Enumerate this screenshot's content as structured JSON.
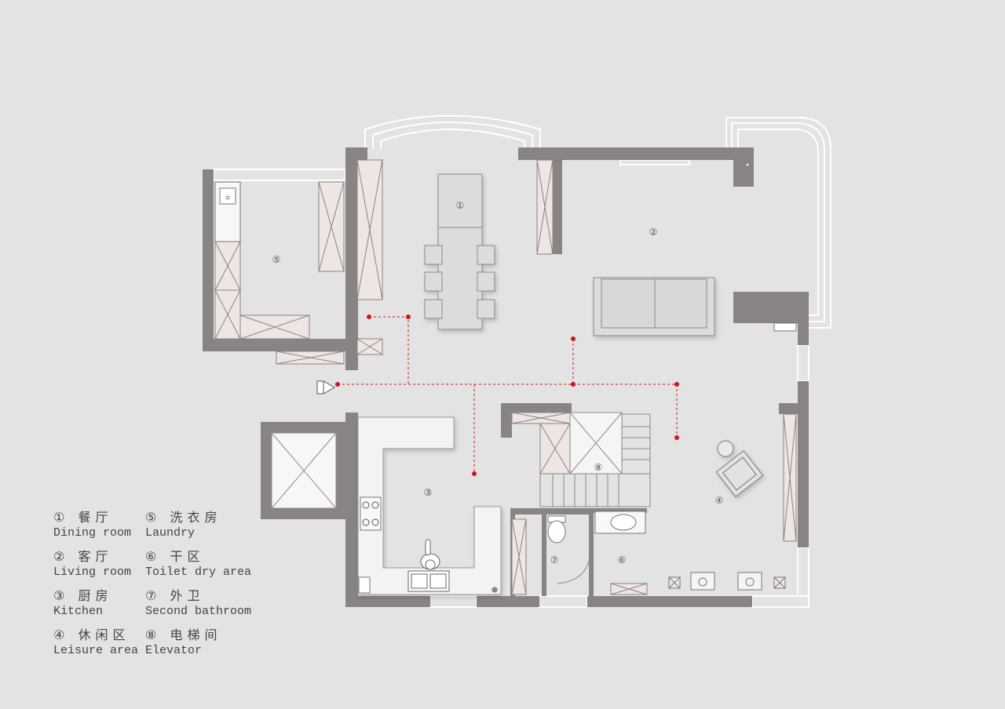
{
  "plan": {
    "rooms": [
      {
        "id": "dining",
        "mark": "①"
      },
      {
        "id": "living",
        "mark": "②"
      },
      {
        "id": "kitchen",
        "mark": "③"
      },
      {
        "id": "leisure",
        "mark": "④"
      },
      {
        "id": "laundry",
        "mark": "⑤"
      },
      {
        "id": "dry",
        "mark": "⑥"
      },
      {
        "id": "bath",
        "mark": "⑦"
      },
      {
        "id": "elevator",
        "mark": "⑧"
      }
    ]
  },
  "legend": [
    {
      "num": "①",
      "zh": "餐厅",
      "en": "Dining room"
    },
    {
      "num": "②",
      "zh": "客厅",
      "en": "Living room"
    },
    {
      "num": "③",
      "zh": "厨房",
      "en": "Kitchen"
    },
    {
      "num": "④",
      "zh": "休闲区",
      "en": "Leisure area"
    },
    {
      "num": "⑤",
      "zh": "洗衣房",
      "en": "Laundry"
    },
    {
      "num": "⑥",
      "zh": "干区",
      "en": "Toilet dry area"
    },
    {
      "num": "⑦",
      "zh": "外卫",
      "en": "Second bathroom"
    },
    {
      "num": "⑧",
      "zh": "电梯间",
      "en": "Elevator"
    }
  ],
  "colors": {
    "background": "#e3e3e3",
    "wall": "#8a8383",
    "cabinet": "#eee6e2",
    "furniture": "#dcdcdc",
    "circuit": "#d0141d"
  }
}
